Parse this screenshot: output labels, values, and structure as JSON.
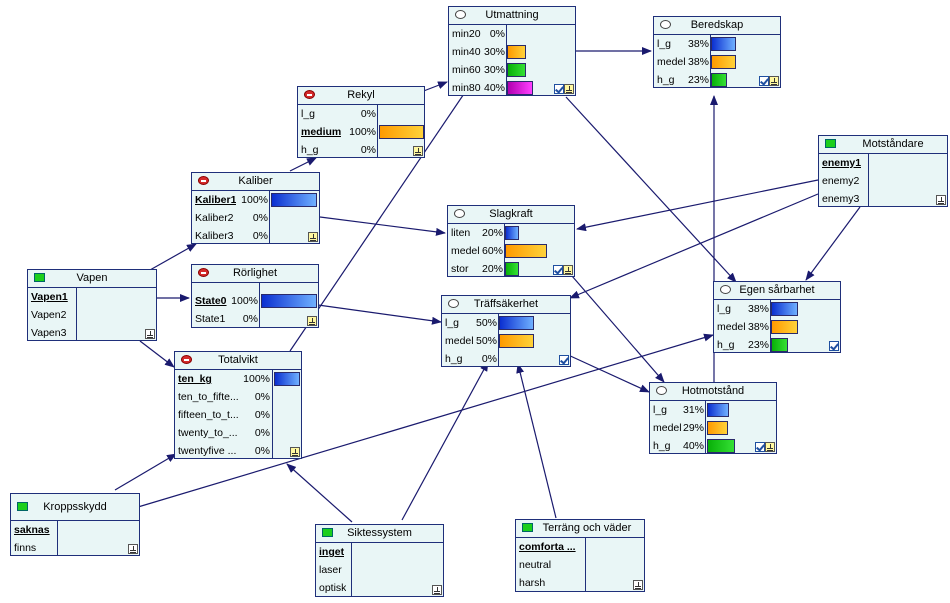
{
  "nodes": {
    "utmattning": {
      "title": "Utmattning",
      "states": [
        {
          "name": "min20",
          "pct": "0%",
          "value": 0,
          "color": "blue"
        },
        {
          "name": "min40",
          "pct": "30%",
          "value": 30,
          "color": "orange"
        },
        {
          "name": "min60",
          "pct": "30%",
          "value": 30,
          "color": "green"
        },
        {
          "name": "min80",
          "pct": "40%",
          "value": 40,
          "color": "purple"
        }
      ]
    },
    "beredskap": {
      "title": "Beredskap",
      "states": [
        {
          "name": "l_g",
          "pct": "38%",
          "value": 38,
          "color": "blue"
        },
        {
          "name": "medel",
          "pct": "38%",
          "value": 38,
          "color": "orange"
        },
        {
          "name": "h_g",
          "pct": "23%",
          "value": 23,
          "color": "green"
        }
      ]
    },
    "rekyl": {
      "title": "Rekyl",
      "states": [
        {
          "name": "l_g",
          "pct": "0%",
          "value": 0,
          "color": "blue"
        },
        {
          "name": "medium",
          "pct": "100%",
          "value": 100,
          "color": "orange",
          "selected": true
        },
        {
          "name": "h_g",
          "pct": "0%",
          "value": 0,
          "color": "green"
        }
      ]
    },
    "motstandare": {
      "title": "Motståndare",
      "states": [
        {
          "name": "enemy1",
          "selected": true
        },
        {
          "name": "enemy2"
        },
        {
          "name": "enemy3"
        }
      ]
    },
    "kaliber": {
      "title": "Kaliber",
      "states": [
        {
          "name": "Kaliber1",
          "pct": "100%",
          "value": 100,
          "color": "blue",
          "selected": true
        },
        {
          "name": "Kaliber2",
          "pct": "0%",
          "value": 0,
          "color": "orange"
        },
        {
          "name": "Kaliber3",
          "pct": "0%",
          "value": 0,
          "color": "green"
        }
      ]
    },
    "slagkraft": {
      "title": "Slagkraft",
      "states": [
        {
          "name": "liten",
          "pct": "20%",
          "value": 20,
          "color": "blue"
        },
        {
          "name": "medel",
          "pct": "60%",
          "value": 60,
          "color": "orange"
        },
        {
          "name": "stor",
          "pct": "20%",
          "value": 20,
          "color": "green"
        }
      ]
    },
    "vapen": {
      "title": "Vapen",
      "states": [
        {
          "name": "Vapen1",
          "selected": true
        },
        {
          "name": "Vapen2"
        },
        {
          "name": "Vapen3"
        }
      ]
    },
    "rorlighet": {
      "title": "Rörlighet",
      "states": [
        {
          "name": "State0",
          "pct": "100%",
          "value": 100,
          "color": "blue",
          "selected": true
        },
        {
          "name": "State1",
          "pct": "0%",
          "value": 0,
          "color": "orange"
        }
      ]
    },
    "traffsakerhet": {
      "title": "Träffsäkerhet",
      "states": [
        {
          "name": "l_g",
          "pct": "50%",
          "value": 50,
          "color": "blue"
        },
        {
          "name": "medel",
          "pct": "50%",
          "value": 50,
          "color": "orange"
        },
        {
          "name": "h_g",
          "pct": "0%",
          "value": 0,
          "color": "green"
        }
      ]
    },
    "egen": {
      "title": "Egen sårbarhet",
      "states": [
        {
          "name": "l_g",
          "pct": "38%",
          "value": 38,
          "color": "blue"
        },
        {
          "name": "medel",
          "pct": "38%",
          "value": 38,
          "color": "orange"
        },
        {
          "name": "h_g",
          "pct": "23%",
          "value": 23,
          "color": "green"
        }
      ]
    },
    "totalvikt": {
      "title": "Totalvikt",
      "states": [
        {
          "name": "ten_kg",
          "pct": "100%",
          "value": 100,
          "color": "blue",
          "selected": true
        },
        {
          "name": "ten_to_fifte...",
          "pct": "0%",
          "value": 0,
          "color": "orange"
        },
        {
          "name": "fifteen_to_t...",
          "pct": "0%",
          "value": 0,
          "color": "green"
        },
        {
          "name": "twenty_to_...",
          "pct": "0%",
          "value": 0,
          "color": "purple"
        },
        {
          "name": "twentyfive ...",
          "pct": "0%",
          "value": 0,
          "color": "blue"
        }
      ]
    },
    "hotmotstand": {
      "title": "Hotmotstånd",
      "states": [
        {
          "name": "l_g",
          "pct": "31%",
          "value": 31,
          "color": "blue"
        },
        {
          "name": "medel",
          "pct": "29%",
          "value": 29,
          "color": "orange"
        },
        {
          "name": "h_g",
          "pct": "40%",
          "value": 40,
          "color": "green"
        }
      ]
    },
    "kroppsskydd": {
      "title": "Kroppsskydd",
      "states": [
        {
          "name": "saknas",
          "selected": true
        },
        {
          "name": "finns"
        }
      ]
    },
    "siktessystem": {
      "title": "Siktessystem",
      "states": [
        {
          "name": "inget",
          "selected": true
        },
        {
          "name": "laser"
        },
        {
          "name": "optisk"
        }
      ]
    },
    "terrang": {
      "title": "Terräng och väder",
      "states": [
        {
          "name": "comforta ...",
          "selected": true
        },
        {
          "name": "neutral"
        },
        {
          "name": "harsh"
        }
      ]
    }
  },
  "colors": {
    "node_bg": "#e9f6f6",
    "border": "#1f2f7a",
    "edge": "#1a1a6e"
  }
}
